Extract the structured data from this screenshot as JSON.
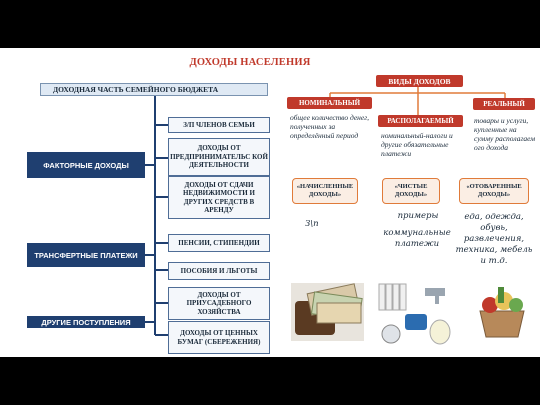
{
  "title": "ДОХОДЫ НАСЕЛЕНИЯ",
  "budget_part": "ДОХОДНАЯ ЧАСТЬ СЕМЕЙНОГО БЮДЖЕТА",
  "categories": {
    "factor": "ФАКТОРНЫЕ ДОХОДЫ",
    "transfer": "ТРАНСФЕРТНЫЕ ПЛАТЕЖИ",
    "other": "ДРУГИЕ ПОСТУПЛЕНИЯ"
  },
  "sources": {
    "wages": "З/П ЧЛЕНОВ СЕМЬИ",
    "business": "ДОХОДЫ ОТ ПРЕДПРИНИМАТЕЛЬС КОЙ ДЕЯТЕЛЬНОСТИ",
    "rent": "ДОХОДЫ ОТ СДАЧИ НЕДВИЖИМОСТИ И ДРУГИХ СРЕДСТВ В АРЕНДУ",
    "pensions": "ПЕНСИИ, СТИПЕНДИИ",
    "benefits": "ПОСОБИЯ И ЛЬГОТЫ",
    "household": "ДОХОДЫ ОТ ПРИУСАДЕБНОГО ХОЗЯЙСТВА",
    "securities": "ДОХОДЫ ОТ ЦЕННЫХ БУМАГ (СБЕРЕЖЕНИЯ)"
  },
  "income_types": {
    "header": "ВИДЫ ДОХОДОВ",
    "nominal": {
      "label": "НОМИНАЛЬНЫЙ",
      "description": "общее количество денег, полученных за определённый период",
      "tag": "«НАЧИСЛЕННЫЕ ДОХОДЫ»",
      "example": "З\\п"
    },
    "disposable": {
      "label": "РАСПОЛАГАЕМЫЙ",
      "description": "номинальный-налоги и другие обязательные платежи",
      "tag": "«ЧИСТЫЕ ДОХОДЫ»",
      "example_heading": "примеры",
      "example": "коммунальные платежи"
    },
    "real": {
      "label": "РЕАЛЬНЫЙ",
      "description": "товары и услуги, купленные на сумму располагаем ого дохода",
      "tag": "«ОТОВАРЕННЫЕ ДОХОДЫ»",
      "example": "еда, одежда, обувь, развлечения, техника, мебель и т.д."
    }
  },
  "colors": {
    "title_red": "#c0392b",
    "navy": "#1f3f70",
    "connector_orange": "#e07b3a",
    "light_blue": "#dfe9f4"
  }
}
